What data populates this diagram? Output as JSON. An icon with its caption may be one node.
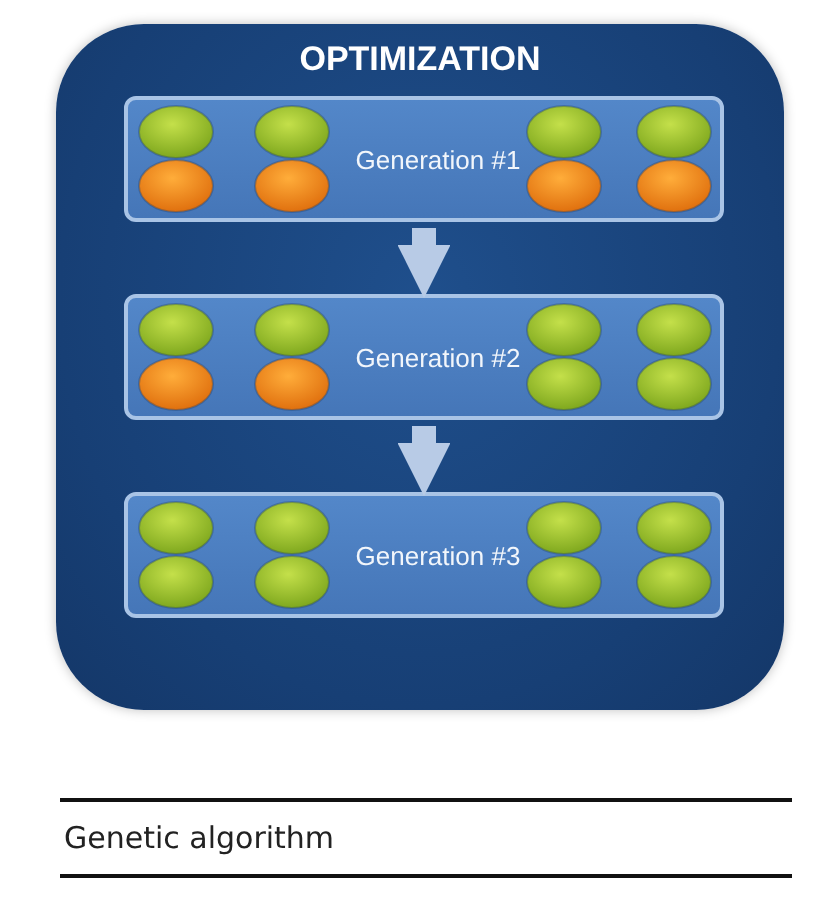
{
  "diagram": {
    "nodes": [
      {
        "text": [
          "OPTIMIZATION"
        ]
      },
      {
        "text": [
          "Generation #1"
        ],
        "in": 0
      },
      {
        "text": [
          "Generation #2"
        ],
        "in": 0
      },
      {
        "text": [
          "Generation #3"
        ],
        "in": 0
      }
    ],
    "edges": [
      {
        "from": 1,
        "to": 2,
        "arrow": "to"
      },
      {
        "from": 2,
        "to": 3,
        "arrow": "to"
      }
    ],
    "caption": "Genetic algorithm"
  }
}
